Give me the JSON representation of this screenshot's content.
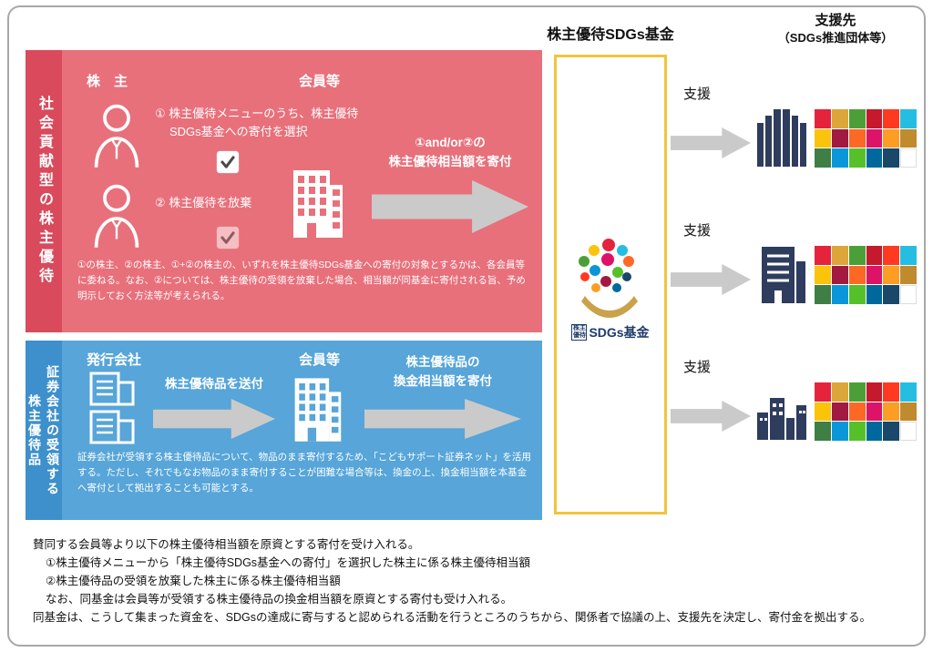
{
  "colors": {
    "red_side": "#d94a5c",
    "red_main": "#e8707b",
    "blue_side": "#3d90cc",
    "blue_main": "#57a5d9",
    "fund_box_border": "#f2c43d",
    "arrow_gray": "#cacaca",
    "building_navy": "#2e3c5e"
  },
  "fund": {
    "title": "株主優待SDGs基金",
    "logo_small": "株主優待",
    "logo_large": "SDGs基金"
  },
  "support": {
    "title_line1": "支援先",
    "title_line2": "（SDGs推進団体等）",
    "rows": [
      {
        "label": "支援"
      },
      {
        "label": "支援"
      },
      {
        "label": "支援"
      }
    ]
  },
  "red_section": {
    "side_label": "社会貢献型の株主優待",
    "shareholder_label": "株　主",
    "member_label": "会員等",
    "step1_line1": "① 株主優待メニューのうち、株主優待",
    "step1_line2": "SDGs基金への寄付を選択",
    "step2": "② 株主優待を放棄",
    "arrow_line1": "①and/or②の",
    "arrow_line2": "株主優待相当額を寄付",
    "note": "①の株主、②の株主、①+②の株主の、いずれを株主優待SDGs基金への寄付の対象とするかは、各会員等に委ねる。なお、②については、株主優待の受領を放棄した場合、相当額が同基金に寄付される旨、予め明示しておく方法等が考えられる。"
  },
  "blue_section": {
    "side_label_line1": "証券会社の受領する",
    "side_label_line2": "株主優待品",
    "issuer_label": "発行会社",
    "member_label": "会員等",
    "arrow1_label": "株主優待品を送付",
    "arrow2_line1": "株主優待品の",
    "arrow2_line2": "換金相当額を寄付",
    "note": "証券会社が受領する株主優待品について、物品のまま寄付するため、「こどもサポート証券ネット」を活用する。ただし、それでもなお物品のまま寄付することが困難な場合等は、換金の上、換金相当額を本基金へ寄付として拠出することも可能とする。"
  },
  "footer": {
    "lines": [
      "賛同する会員等より以下の株主優待相当額を原資とする寄付を受け入れる。",
      "①株主優待メニューから「株主優待SDGs基金への寄付」を選択した株主に係る株主優待相当額",
      "②株主優待品の受領を放棄した株主に係る株主優待相当額",
      "なお、同基金は会員等が受領する株主優待品の換金相当額を原資とする寄付も受け入れる。",
      "同基金は、こうして集まった資金を、SDGsの達成に寄与すると認められる活動を行うところのうちから、関係者で協議の上、支援先を決定し、寄付金を拠出する。"
    ]
  },
  "sdg": {
    "colors": [
      "#e5243b",
      "#dda63a",
      "#4c9f38",
      "#c5192d",
      "#ff3a21",
      "#26bde2",
      "#fcc30b",
      "#a21942",
      "#fd6925",
      "#dd1367",
      "#fd9d24",
      "#bf8b2e",
      "#3f7e44",
      "#0a97d9",
      "#56c02b",
      "#00689d",
      "#19486a",
      "#ffffff"
    ]
  }
}
